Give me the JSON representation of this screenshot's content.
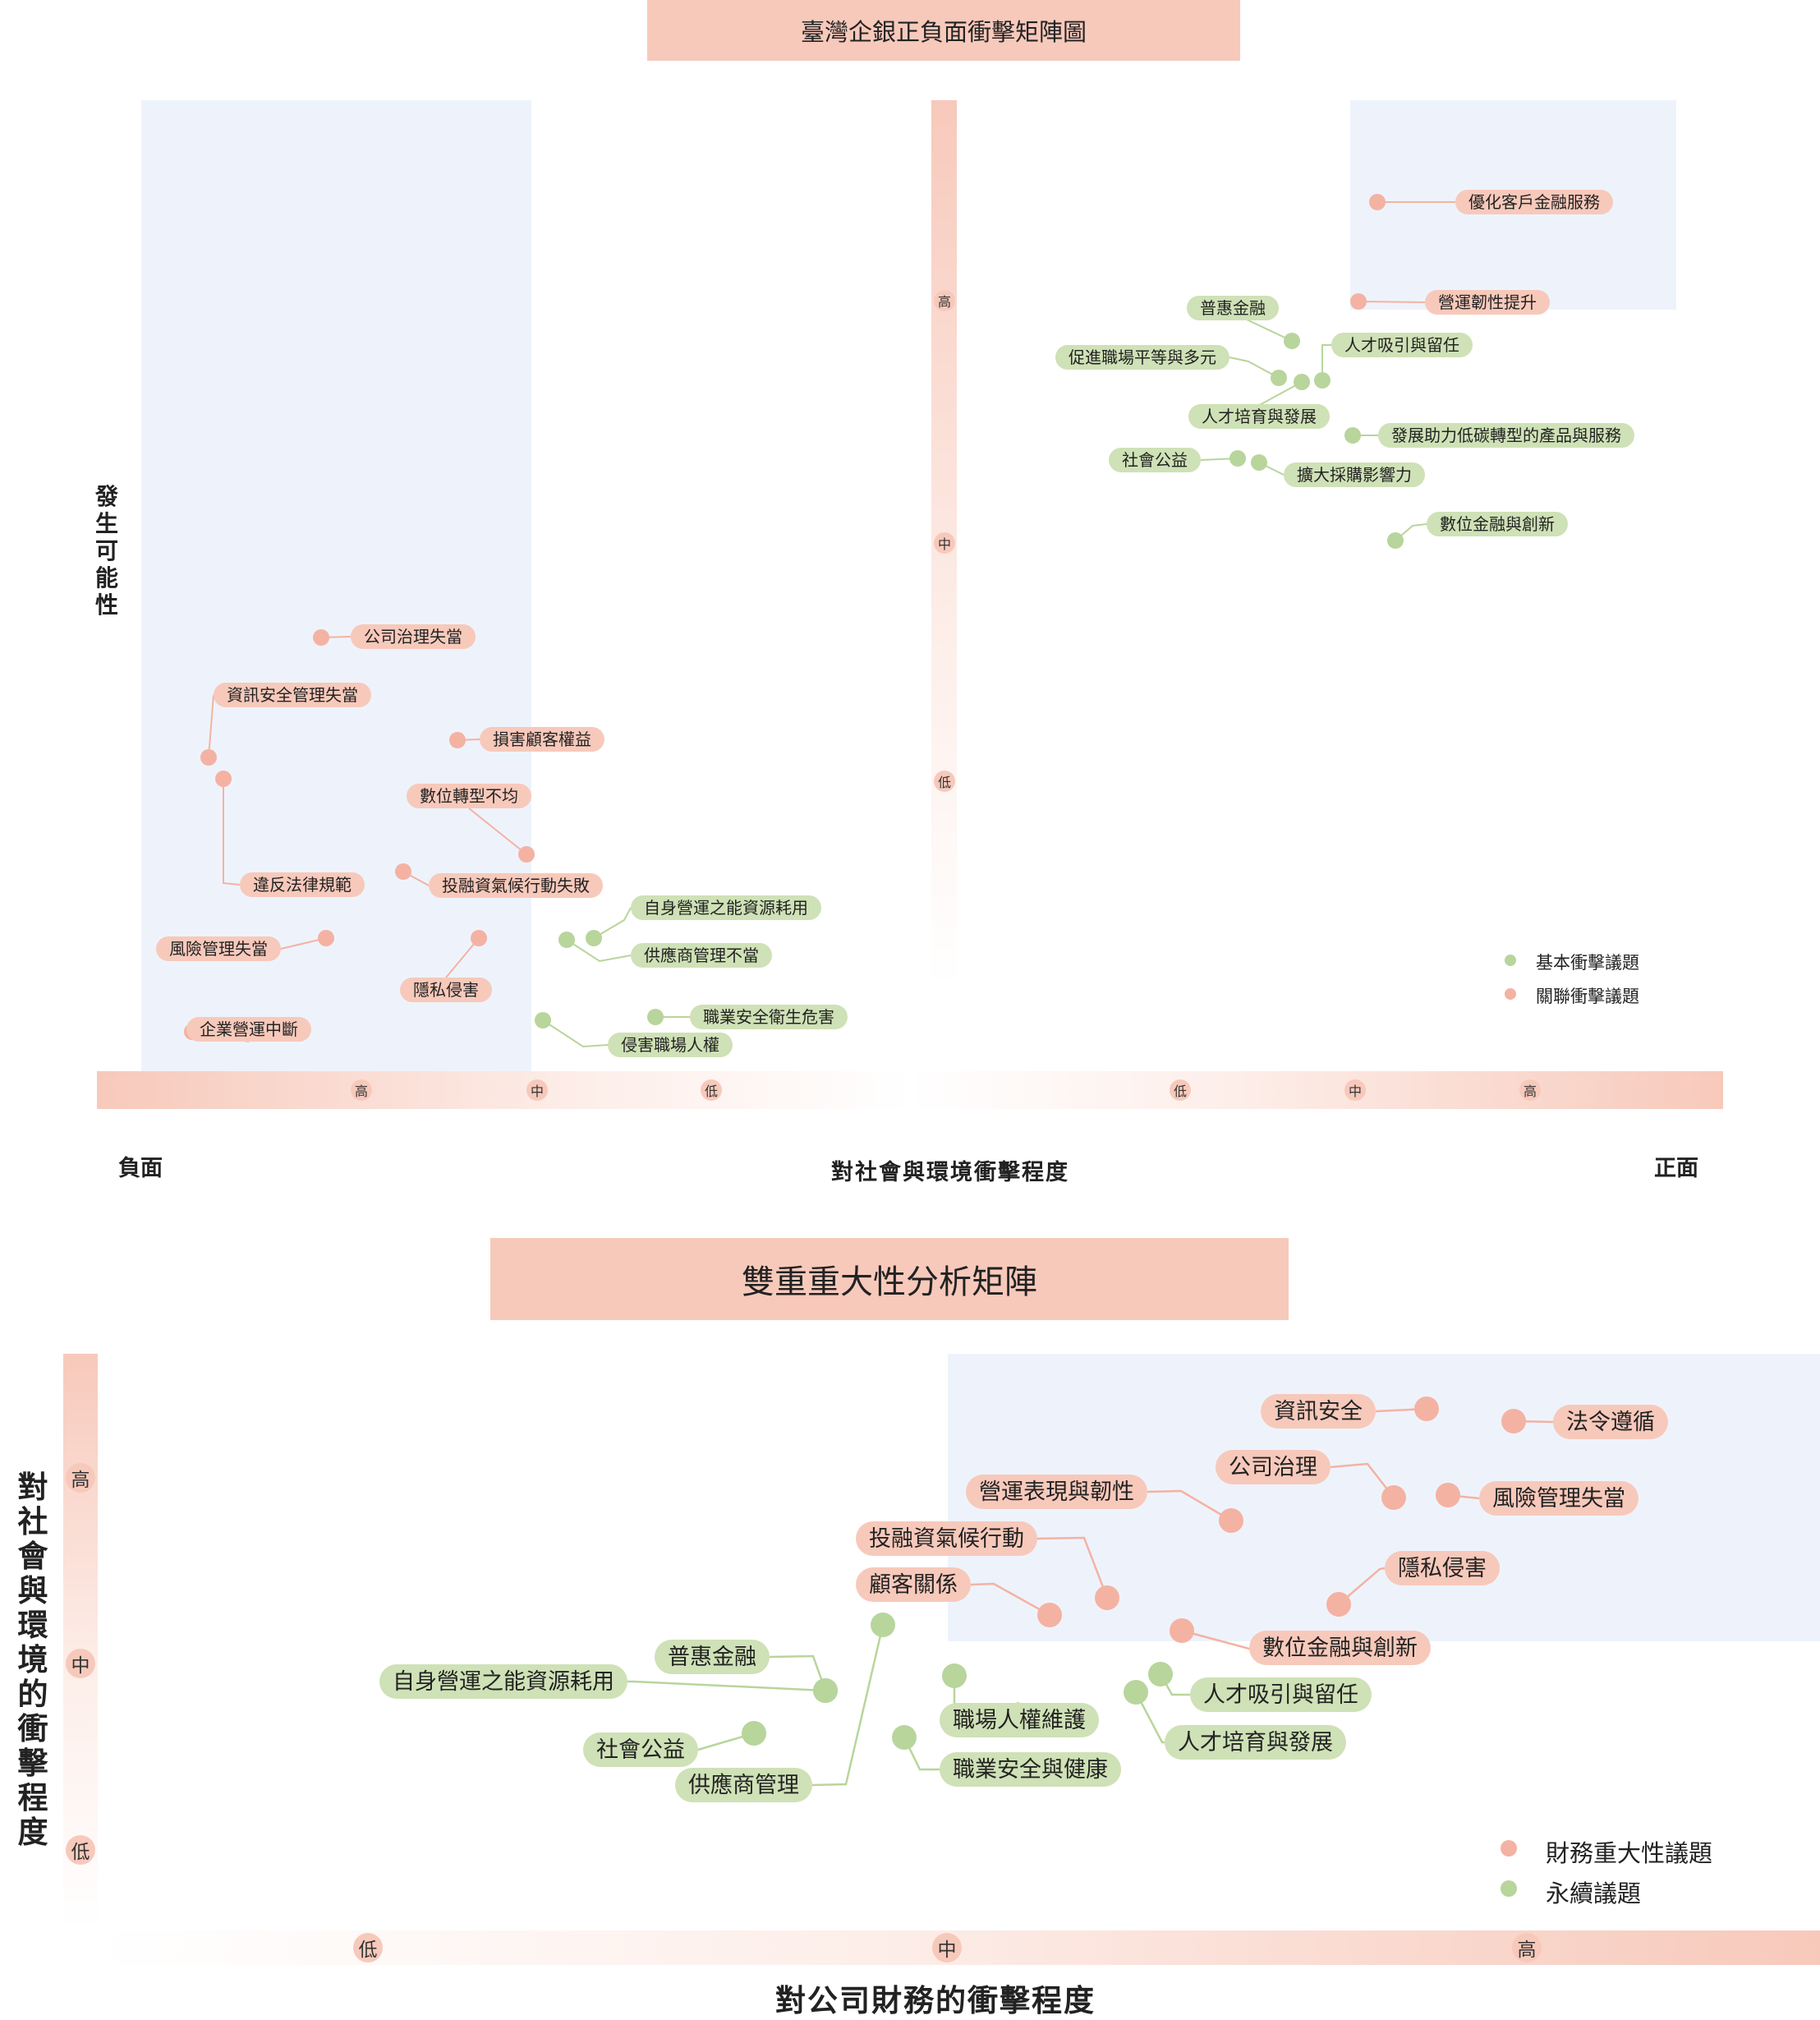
{
  "colors": {
    "orange": "#f7c9bb",
    "orange_dot": "#f4b2a3",
    "green": "#cfe1b6",
    "green_dot": "#b8d59c",
    "zone": "#eef3fb"
  },
  "diagram1": {
    "title": "臺灣企銀正負面衝擊矩陣圖",
    "y_axis_label": "發生可能性",
    "x_axis_label": "對社會與環境衝擊程度",
    "negative_label": "負面",
    "positive_label": "正面",
    "y_ticks": [
      "高",
      "中",
      "低"
    ],
    "x_ticks_negative": [
      "高",
      "中",
      "低"
    ],
    "x_ticks_positive": [
      "低",
      "中",
      "高"
    ],
    "legend": {
      "basic": "基本衝擊議題",
      "related": "關聯衝擊議題"
    },
    "nodes": [
      {
        "label": "優化客戶金融服務",
        "kind": "related"
      },
      {
        "label": "營運韌性提升",
        "kind": "related"
      },
      {
        "label": "普惠金融",
        "kind": "basic"
      },
      {
        "label": "人才吸引與留任",
        "kind": "basic"
      },
      {
        "label": "促進職場平等與多元",
        "kind": "basic"
      },
      {
        "label": "人才培育與發展",
        "kind": "basic"
      },
      {
        "label": "發展助力低碳轉型的產品與服務",
        "kind": "basic"
      },
      {
        "label": "社會公益",
        "kind": "basic"
      },
      {
        "label": "擴大採購影響力",
        "kind": "basic"
      },
      {
        "label": "數位金融與創新",
        "kind": "basic"
      },
      {
        "label": "公司治理失當",
        "kind": "related"
      },
      {
        "label": "資訊安全管理失當",
        "kind": "related"
      },
      {
        "label": "損害顧客權益",
        "kind": "related"
      },
      {
        "label": "數位轉型不均",
        "kind": "related"
      },
      {
        "label": "違反法律規範",
        "kind": "related"
      },
      {
        "label": "投融資氣候行動失敗",
        "kind": "related"
      },
      {
        "label": "自身營運之能資源耗用",
        "kind": "basic"
      },
      {
        "label": "風險管理失當",
        "kind": "related"
      },
      {
        "label": "供應商管理不當",
        "kind": "basic"
      },
      {
        "label": "隱私侵害",
        "kind": "related"
      },
      {
        "label": "職業安全衛生危害",
        "kind": "basic"
      },
      {
        "label": "企業營運中斷",
        "kind": "related"
      },
      {
        "label": "侵害職場人權",
        "kind": "basic"
      }
    ]
  },
  "diagram2": {
    "title": "雙重重大性分析矩陣",
    "y_axis_label": "對社會與環境的衝擊程度",
    "x_axis_label": "對公司財務的衝擊程度",
    "y_ticks": [
      "高",
      "中",
      "低"
    ],
    "x_ticks": [
      "低",
      "中",
      "高"
    ],
    "legend": {
      "financial": "財務重大性議題",
      "sustainability": "永續議題"
    },
    "nodes": [
      {
        "label": "資訊安全",
        "kind": "financial"
      },
      {
        "label": "法令遵循",
        "kind": "financial"
      },
      {
        "label": "公司治理",
        "kind": "financial"
      },
      {
        "label": "風險管理失當",
        "kind": "financial"
      },
      {
        "label": "營運表現與韌性",
        "kind": "financial"
      },
      {
        "label": "投融資氣候行動",
        "kind": "financial"
      },
      {
        "label": "隱私侵害",
        "kind": "financial"
      },
      {
        "label": "顧客關係",
        "kind": "financial"
      },
      {
        "label": "數位金融與創新",
        "kind": "financial"
      },
      {
        "label": "普惠金融",
        "kind": "sustainability"
      },
      {
        "label": "自身營運之能資源耗用",
        "kind": "sustainability"
      },
      {
        "label": "職場人權維護",
        "kind": "sustainability"
      },
      {
        "label": "人才吸引與留任",
        "kind": "sustainability"
      },
      {
        "label": "社會公益",
        "kind": "sustainability"
      },
      {
        "label": "人才培育與發展",
        "kind": "sustainability"
      },
      {
        "label": "職業安全與健康",
        "kind": "sustainability"
      },
      {
        "label": "供應商管理",
        "kind": "sustainability"
      }
    ]
  }
}
